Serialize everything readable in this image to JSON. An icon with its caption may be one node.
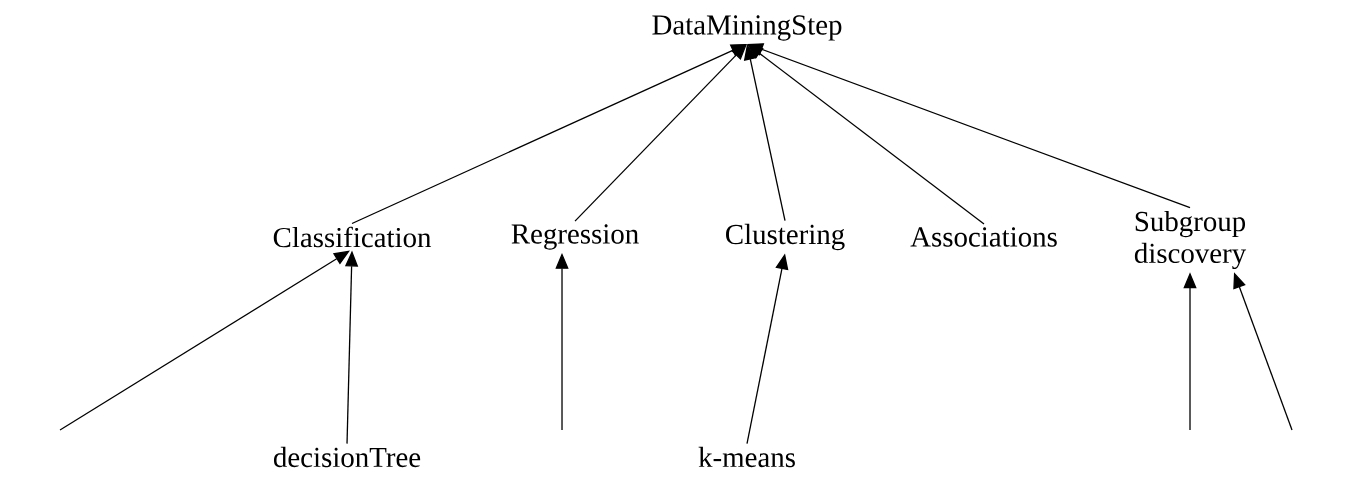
{
  "diagram": {
    "nodes": [
      {
        "text": [
          "DataMiningStep"
        ]
      },
      {
        "text": [
          "Classification"
        ]
      },
      {
        "text": [
          "Regression"
        ]
      },
      {
        "text": [
          "Clustering"
        ]
      },
      {
        "text": [
          "Associations"
        ]
      },
      {
        "text": [
          "Subgroup discovery"
        ]
      },
      {
        "text": [
          "decisionTree"
        ]
      },
      {
        "text": [
          "k-means"
        ]
      }
    ],
    "edges": [
      {
        "from": 1,
        "to": 0,
        "arrow": "to"
      },
      {
        "from": 2,
        "to": 0,
        "arrow": "to"
      },
      {
        "from": 3,
        "to": 0,
        "arrow": "to"
      },
      {
        "from": 4,
        "to": 0,
        "arrow": "to"
      },
      {
        "from": 5,
        "to": 0,
        "arrow": "to"
      },
      {
        "from": null,
        "to": 1,
        "arrow": "to"
      },
      {
        "from": 6,
        "to": 1,
        "arrow": "to"
      },
      {
        "from": null,
        "to": 2,
        "arrow": "to"
      },
      {
        "from": 7,
        "to": 3,
        "arrow": "to"
      },
      {
        "from": null,
        "to": 5,
        "arrow": "to"
      },
      {
        "from": null,
        "to": 5,
        "arrow": "to"
      }
    ]
  }
}
